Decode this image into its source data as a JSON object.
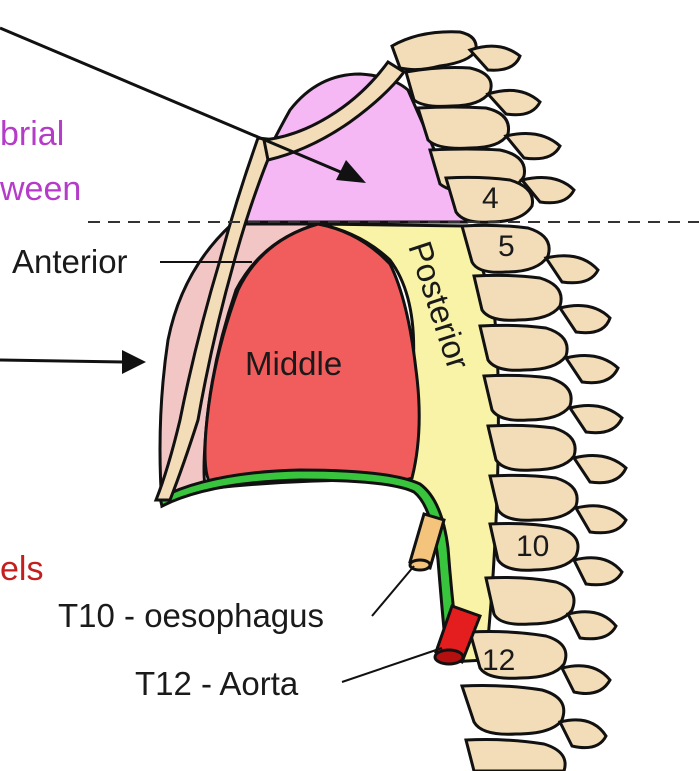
{
  "labels": {
    "superior_purple_line1": "brial",
    "superior_purple_line2": "ween",
    "anterior": "Anterior",
    "middle": "Middle",
    "posterior": "Posterior",
    "vessels_red": "els",
    "oesophagus": "T10 - oesophagus",
    "aorta": "T12 - Aorta"
  },
  "vertebra_numbers": {
    "v4": "4",
    "v5": "5",
    "v10": "10",
    "v12": "12"
  },
  "colors": {
    "superior": "#f5b8f5",
    "anterior": "#f3c6c6",
    "middle": "#f15c5c",
    "posterior": "#f8f3a6",
    "diaphragm": "#38c43c",
    "bone": "#f3dcb8",
    "oesophagus": "#f4c47c",
    "aorta": "#e41e1e",
    "purple_text": "#b43cc8",
    "red_text": "#c41e1e"
  }
}
